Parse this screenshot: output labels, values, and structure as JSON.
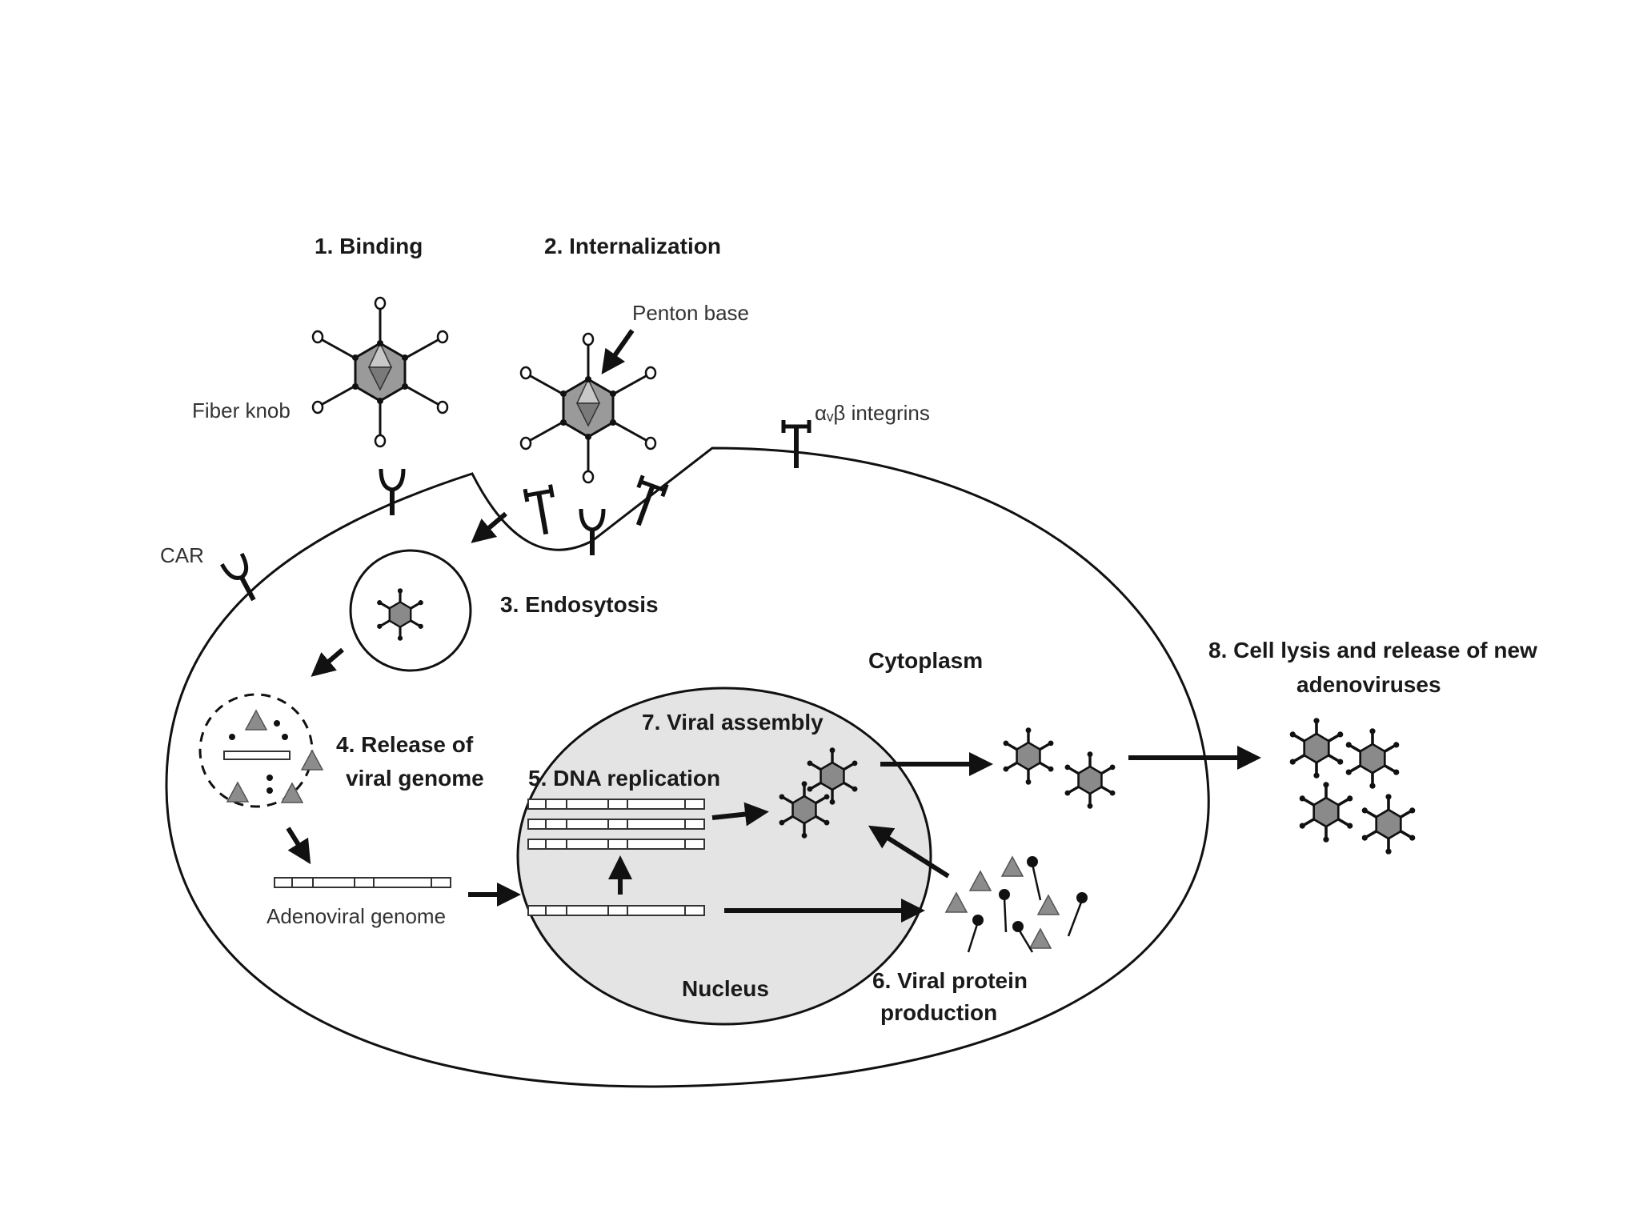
{
  "steps": {
    "binding": "1. Binding",
    "internalization": "2. Internalization",
    "endosytosis": "3. Endosytosis",
    "release_line1": "4. Release of",
    "release_line2": "viral genome",
    "dna_replication": "5. DNA replication",
    "protein_line1": "6. Viral protein",
    "protein_line2": "production",
    "assembly": "7. Viral assembly",
    "lysis_line1": "8. Cell lysis and release of new",
    "lysis_line2": "adenoviruses"
  },
  "labels": {
    "fiber_knob": "Fiber knob",
    "penton_base": "Penton base",
    "integrins": "αᵥβ integrins",
    "car": "CAR",
    "cytoplasm": "Cytoplasm",
    "nucleus": "Nucleus",
    "adenoviral_genome": "Adenoviral genome"
  },
  "colors": {
    "outline": "#111111",
    "nucleus_fill": "#e4e4e4",
    "virus_fill": "#9a9a9a",
    "protein_fill": "#8c8c8c"
  }
}
